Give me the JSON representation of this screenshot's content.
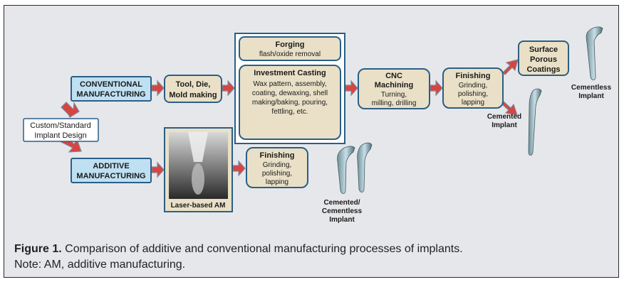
{
  "caption": {
    "figure_label": "Figure 1.",
    "text": "Comparison of additive and conventional manufacturing processes of implants.",
    "note": "Note: AM, additive manufacturing."
  },
  "nodes": {
    "design": [
      "Custom/Standard",
      "Implant Design"
    ],
    "conventional": [
      "CONVENTIONAL",
      "MANUFACTURING"
    ],
    "additive": [
      "ADDITIVE",
      "MANUFACTURING"
    ],
    "tooling": [
      "Tool, Die,",
      "Mold making"
    ],
    "forging_title": "Forging",
    "forging_sub": "flash/oxide removal",
    "casting_title": "Investment Casting",
    "casting_lines": [
      "Wax pattern, assembly,",
      "coating, dewaxing, shell",
      "making/baking, pouring,",
      "fettling, etc."
    ],
    "cnc_title": [
      "CNC",
      "Machining"
    ],
    "cnc_lines": [
      "Turning,",
      "milling, drilling"
    ],
    "finishing1_title": "Finishing",
    "finishing1_lines": [
      "Grinding,",
      "polishing,",
      "lapping"
    ],
    "coatings": [
      "Surface",
      "Porous",
      "Coatings"
    ],
    "laser_label": "Laser-based AM",
    "finishing2_title": "Finishing",
    "finishing2_lines": [
      "Grinding,",
      "polishing,",
      "lapping"
    ]
  },
  "implant_labels": {
    "cementless": [
      "Cementless",
      "Implant"
    ],
    "cemented": [
      "Cemented",
      "Implant"
    ],
    "both": [
      "Cemented/",
      "Cementless",
      "Implant"
    ]
  },
  "colors": {
    "box_blue": "#bfe0f2",
    "box_beige": "#e9e0c7",
    "border": "#2b5f86",
    "arrow_fill": "#d9443f",
    "arrow_stroke": "#7a8aa0"
  }
}
